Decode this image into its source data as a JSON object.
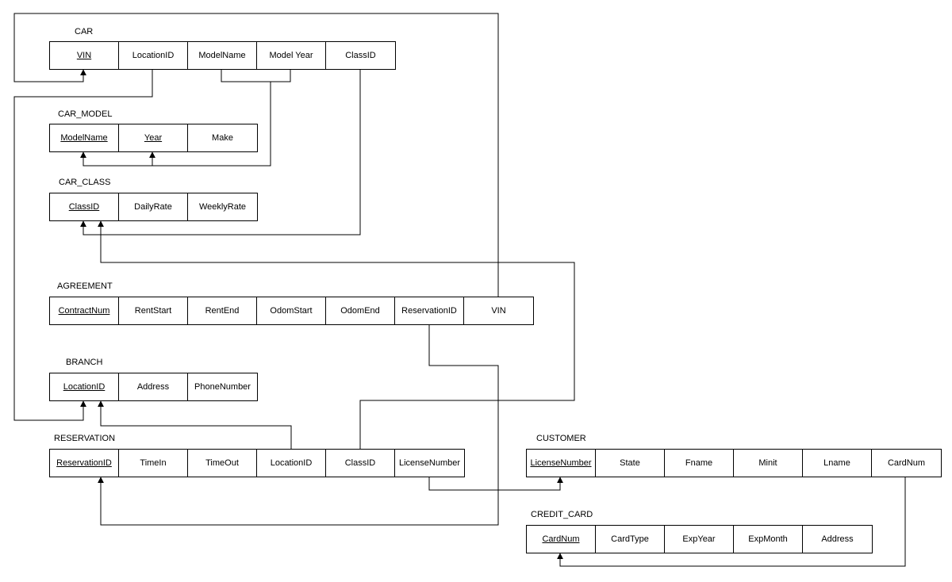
{
  "tables": {
    "car": {
      "name": "CAR",
      "cols": [
        "VIN",
        "LocationID",
        "ModelName",
        "Model Year",
        "ClassID"
      ]
    },
    "car_model": {
      "name": "CAR_MODEL",
      "cols": [
        "ModelName",
        "Year",
        "Make"
      ]
    },
    "car_class": {
      "name": "CAR_CLASS",
      "cols": [
        "ClassID",
        "DailyRate",
        "WeeklyRate"
      ]
    },
    "agreement": {
      "name": "AGREEMENT",
      "cols": [
        "ContractNum",
        "RentStart",
        "RentEnd",
        "OdomStart",
        "OdomEnd",
        "ReservationID",
        "VIN"
      ]
    },
    "branch": {
      "name": "BRANCH",
      "cols": [
        "LocationID",
        "Address",
        "PhoneNumber"
      ]
    },
    "reservation": {
      "name": "RESERVATION",
      "cols": [
        "ReservationID",
        "TimeIn",
        "TimeOut",
        "LocationID",
        "ClassID",
        "LicenseNumber"
      ]
    },
    "customer": {
      "name": "CUSTOMER",
      "cols": [
        "LicenseNumber",
        "State",
        "Fname",
        "Minit",
        "Lname",
        "CardNum"
      ]
    },
    "credit_card": {
      "name": "CREDIT_CARD",
      "cols": [
        "CardNum",
        "CardType",
        "ExpYear",
        "ExpMonth",
        "Address"
      ]
    }
  },
  "colors": {
    "line": "#000000",
    "background": "#ffffff"
  }
}
